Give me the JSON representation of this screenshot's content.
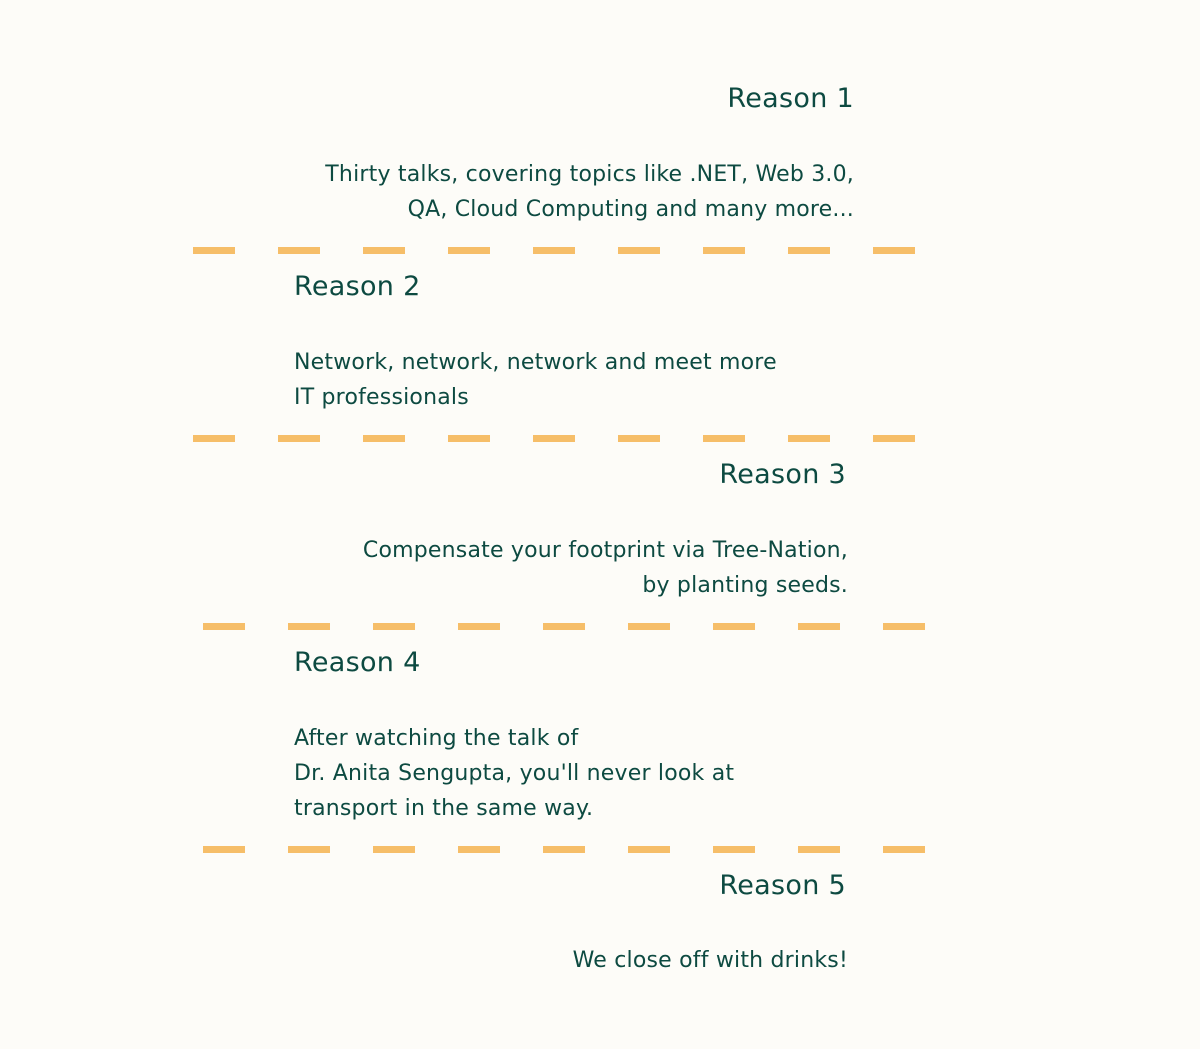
{
  "reasons": [
    {
      "title": "Reason 1",
      "text": "Thirty talks, covering topics like .NET, Web 3.0,\nQA, Cloud Computing and many more..."
    },
    {
      "title": "Reason 2",
      "text": "Network, network, network and meet more\nIT professionals"
    },
    {
      "title": "Reason 3",
      "text": "Compensate your footprint via Tree-Nation,\nby planting seeds."
    },
    {
      "title": "Reason 4",
      "text": "After watching the talk of\nDr. Anita Sengupta, you'll never look at\ntransport in the same way."
    },
    {
      "title": "Reason 5",
      "text": "We close off with drinks!"
    }
  ],
  "colors": {
    "background": "#fdfcf8",
    "text": "#0d4a41",
    "divider": "#f6be69"
  }
}
